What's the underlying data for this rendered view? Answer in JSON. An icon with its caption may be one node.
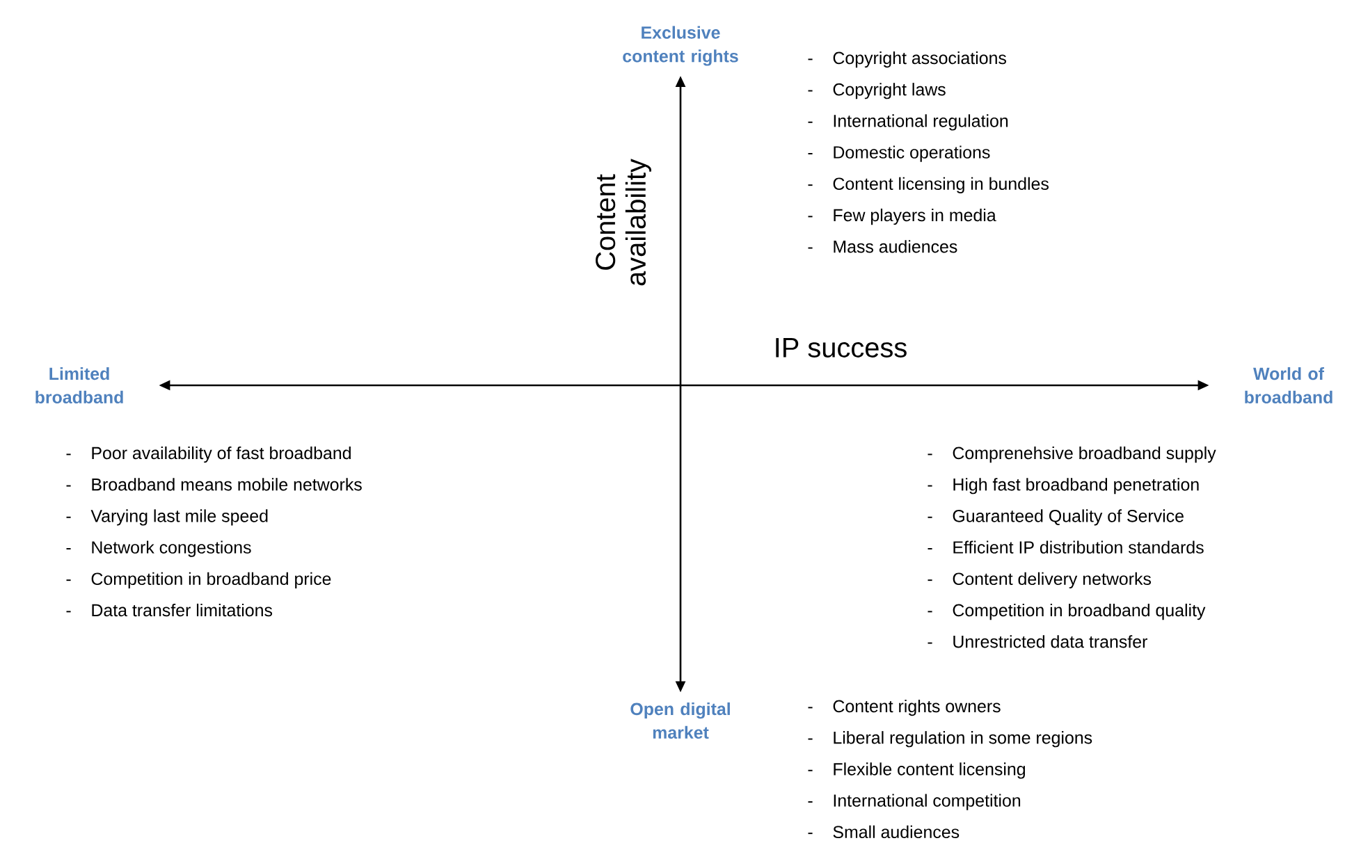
{
  "diagram": {
    "nodes": [
      {
        "text": [
          "Exclusive content rights"
        ]
      },
      {
        "text": [
          "Limited broadband"
        ]
      },
      {
        "text": [
          "World of broadband"
        ]
      },
      {
        "text": [
          "Open digital market"
        ]
      }
    ],
    "edges": [
      {
        "from": 0,
        "to": 3,
        "arrow": "both"
      },
      {
        "from": 1,
        "to": 2,
        "arrow": "both"
      }
    ],
    "labels": [
      "Content availability",
      "IP success",
      "-",
      "Copyright associations",
      "-",
      "Copyright laws",
      "-",
      "International regulation",
      "-",
      "Domestic operations",
      "-",
      "Content licensing in bundles",
      "-",
      "Few players in media",
      "-",
      "Mass audiences",
      "-",
      "Poor availability of fast broadband",
      "-",
      "Broadband means mobile networks",
      "-",
      "Varying last mile speed",
      "-",
      "Network congestions",
      "-",
      "Competition in broadband price",
      "-",
      "Data transfer limitations",
      "-",
      "Comprenehsive broadband supply",
      "-",
      "High fast broadband  penetration",
      "-",
      "Guaranteed Quality of Service",
      "-",
      "Efficient IP distribution standards",
      "-",
      "Content delivery networks",
      "-",
      "Competition in broadband quality",
      "-",
      "Unrestricted data transfer",
      "-",
      "Content rights owners",
      "-",
      "Liberal regulation in some regions",
      "-",
      "Flexible content licensing",
      "-",
      "International competition",
      "-",
      "Small audiences"
    ]
  }
}
